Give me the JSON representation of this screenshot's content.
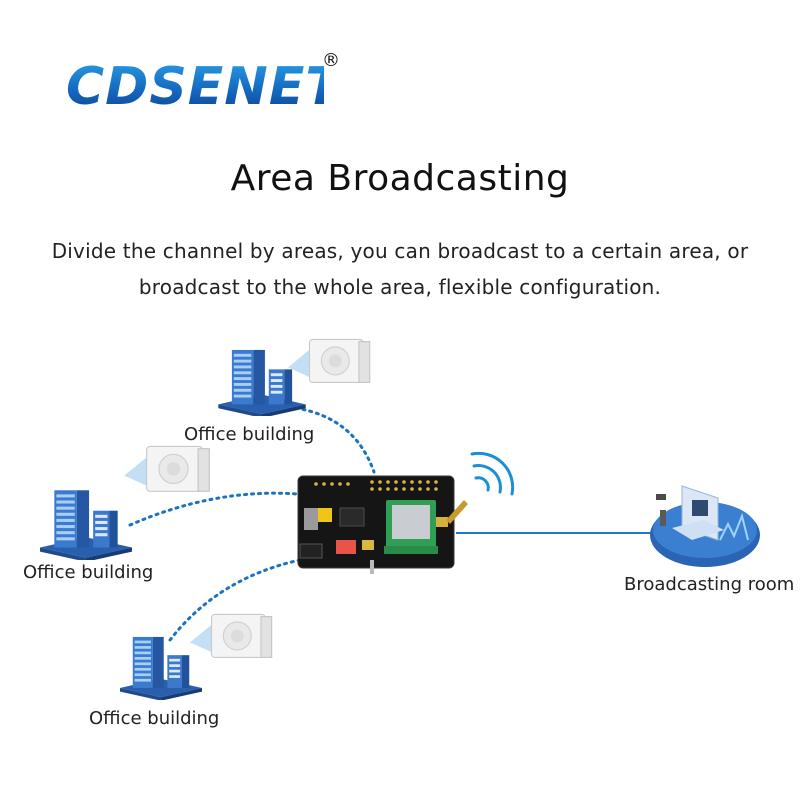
{
  "logo": {
    "text": "CDSENET",
    "registered": "®"
  },
  "heading": "Area Broadcasting",
  "description": {
    "line1": "Divide the channel by areas, you can broadcast to a certain area, or",
    "line2": "broadcast to the whole area, flexible configuration."
  },
  "nodes": {
    "building_top": "Office building",
    "building_middle": "Office building",
    "building_bottom": "Office building",
    "broadcast_room": "Broadcasting room"
  },
  "colors": {
    "brand_blue": "#1b7fd0",
    "building_blue": "#2a64b4",
    "link_dotted": "#1a73c2",
    "link_solid": "#1a7cc8"
  },
  "icons": [
    "building-icon",
    "speaker-icon",
    "module-board-icon",
    "antenna-icon",
    "wifi-signal-icon",
    "broadcast-room-icon"
  ]
}
